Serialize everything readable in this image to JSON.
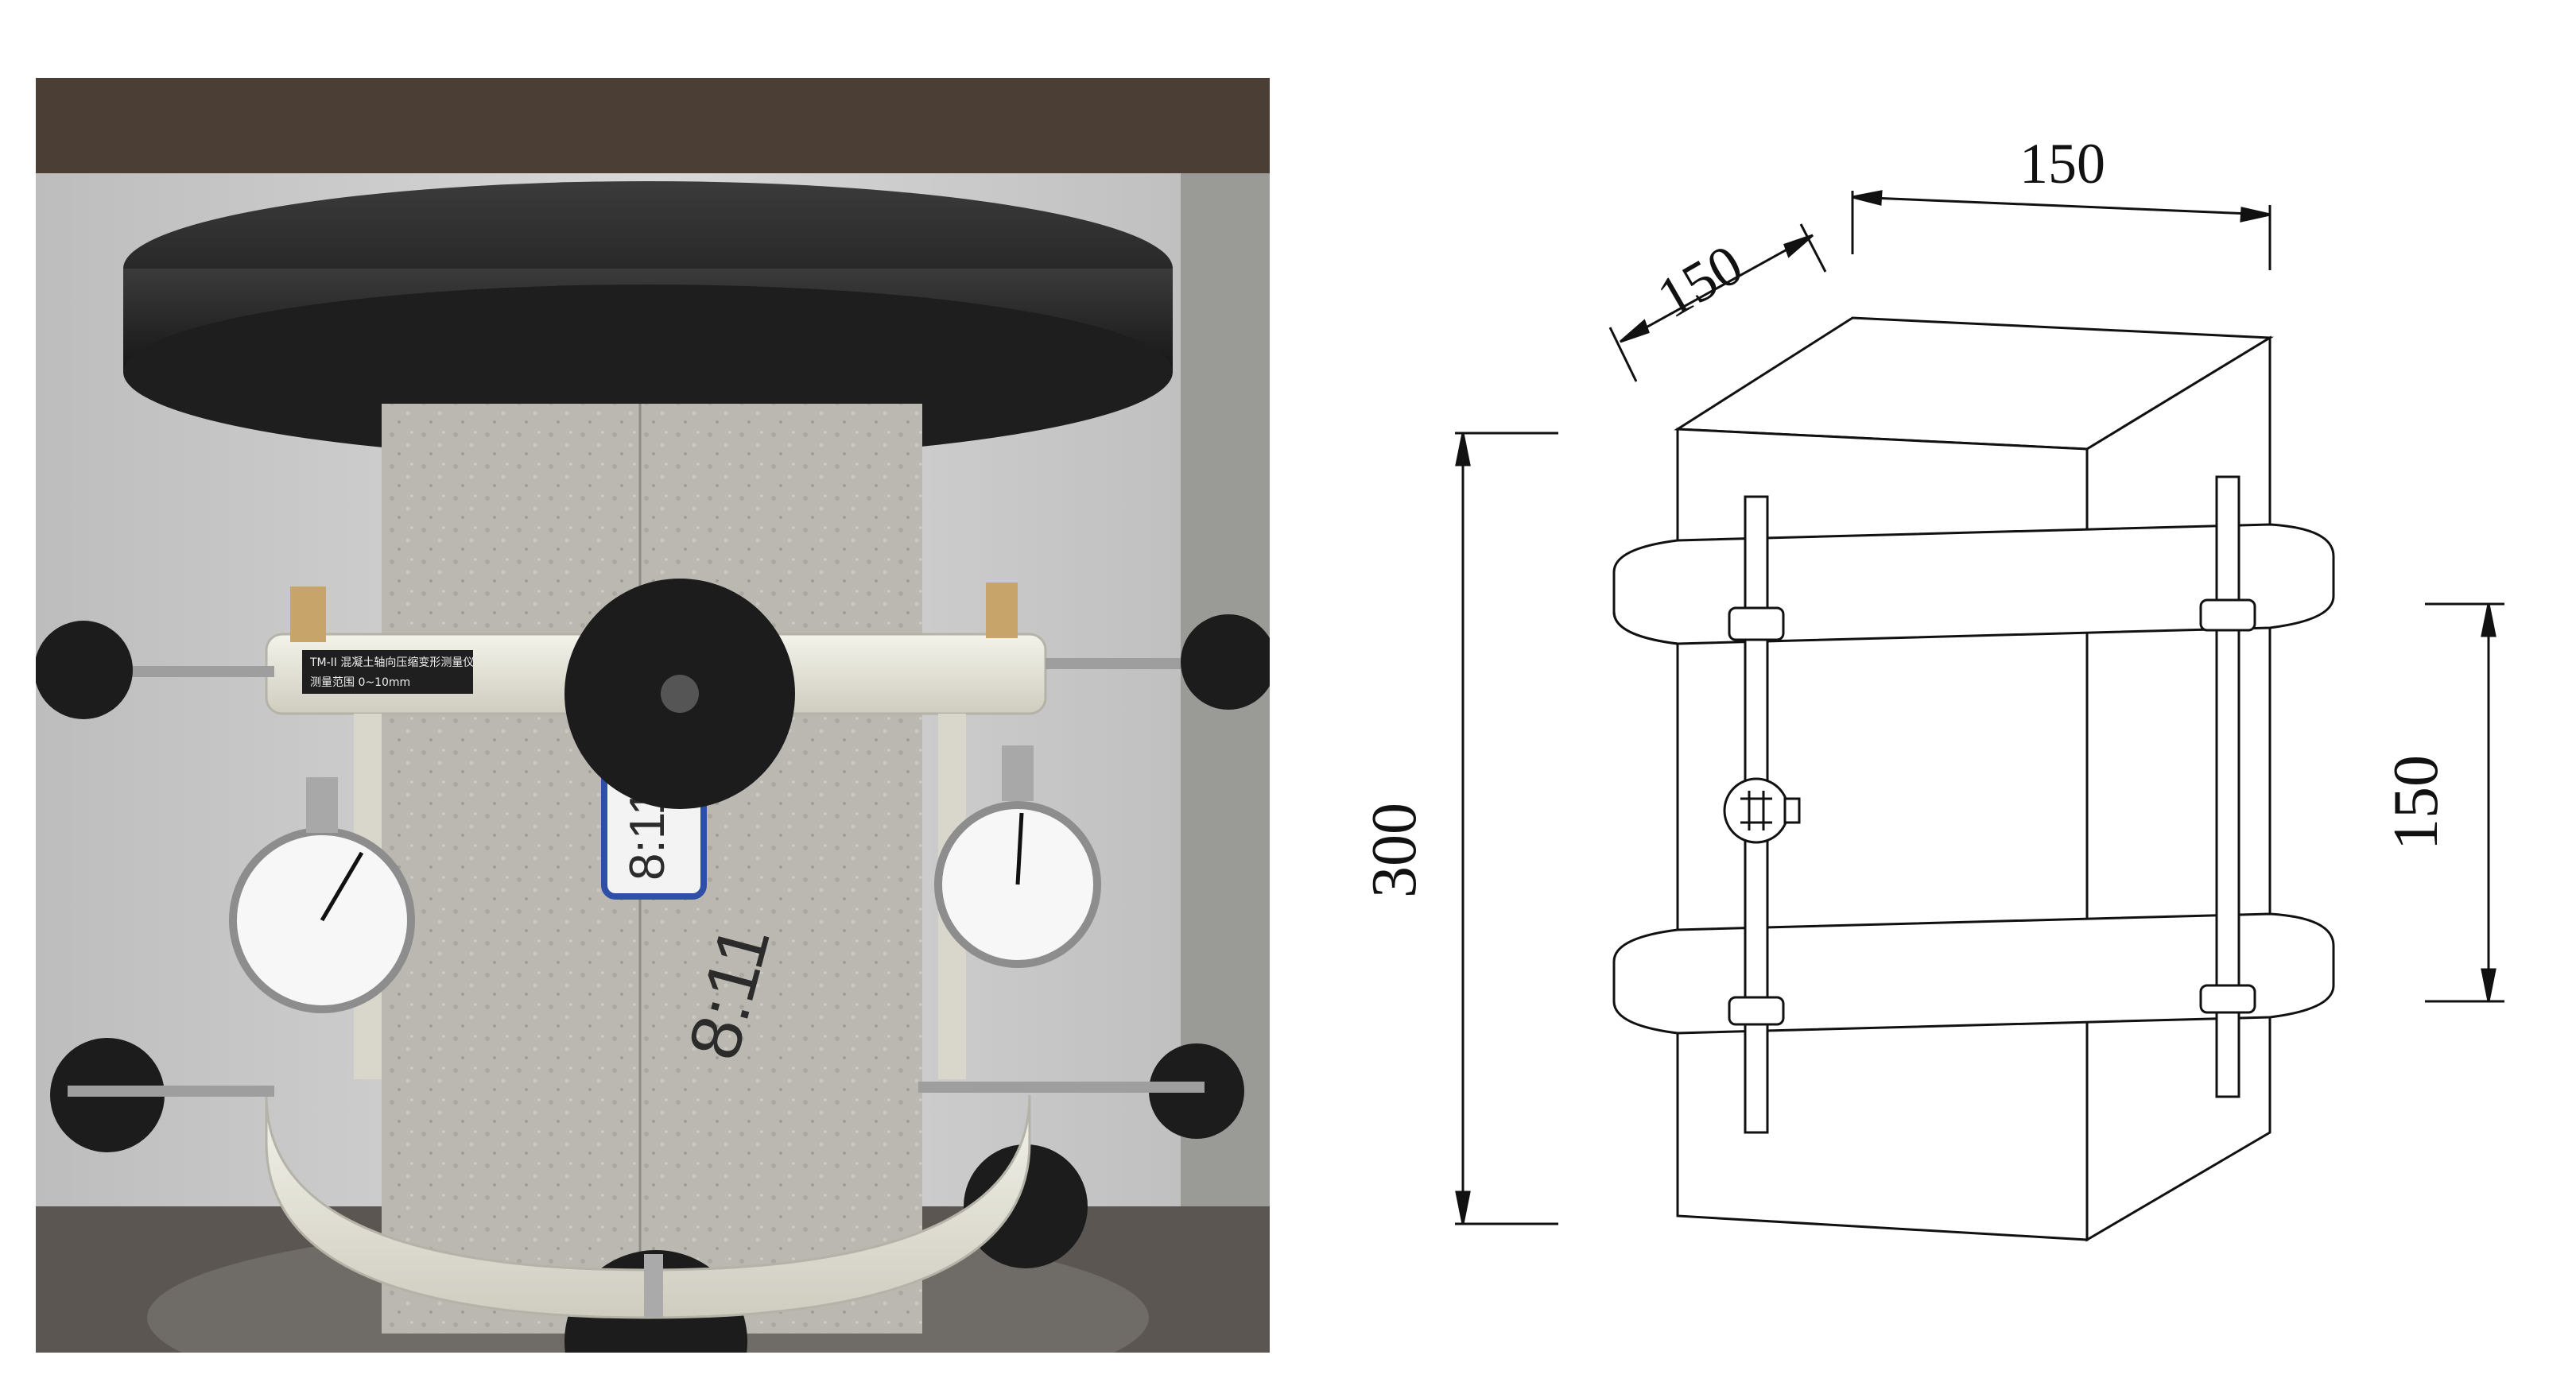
{
  "photo": {
    "label_lines": [
      "TM-II 混凝土轴向压缩变形测量仪",
      "测量范围 0~10mm"
    ],
    "specimen_marks": [
      "8:11",
      "8:11"
    ]
  },
  "drawing": {
    "dim_top_depth": "150",
    "dim_top_width": "150",
    "dim_height": "300",
    "dim_gauge_length": "150"
  },
  "colors": {
    "outline": "#111111",
    "concrete": "#b9b7b0",
    "platen": "#2a2a2a",
    "ring": "#ecebe2"
  }
}
